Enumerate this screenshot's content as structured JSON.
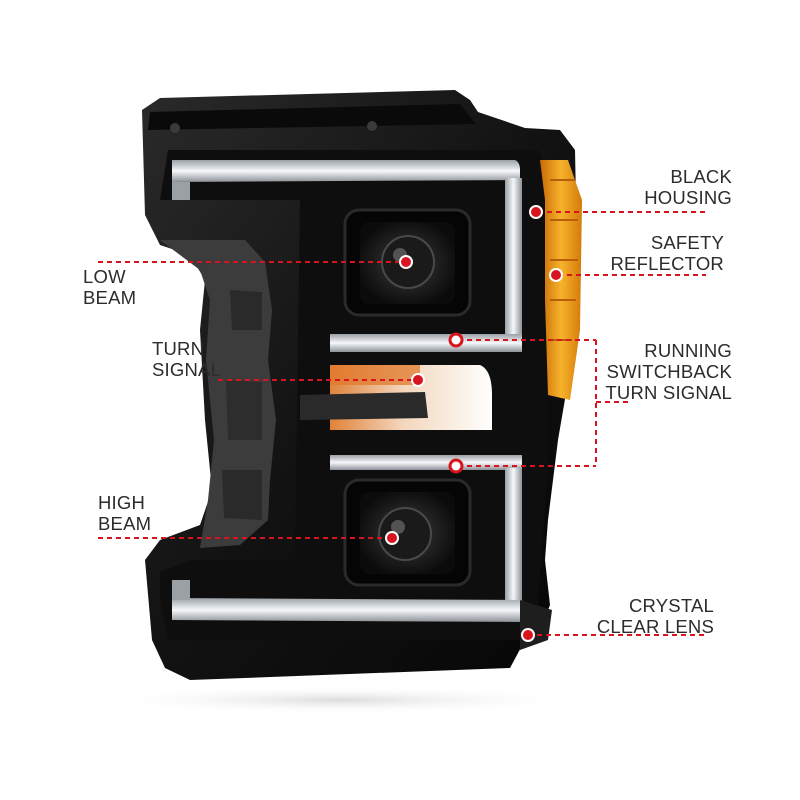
{
  "colors": {
    "callout_red": "#d8141e",
    "housing_black": "#141414",
    "drl_white": "#eef1f4",
    "amber": "#f2a21a",
    "background": "#ffffff"
  },
  "labels": {
    "black_housing": [
      "BLACK",
      "HOUSING"
    ],
    "safety_reflector": [
      "SAFETY",
      "REFLECTOR"
    ],
    "low_beam": [
      "LOW",
      "BEAM"
    ],
    "turn_signal": [
      "TURN",
      "SIGNAL"
    ],
    "running_switchback": [
      "RUNNING",
      "SWITCHBACK",
      "TURN SIGNAL"
    ],
    "high_beam": [
      "HIGH",
      "BEAM"
    ],
    "crystal_clear_lens": [
      "CRYSTAL",
      "CLEAR LENS"
    ]
  }
}
